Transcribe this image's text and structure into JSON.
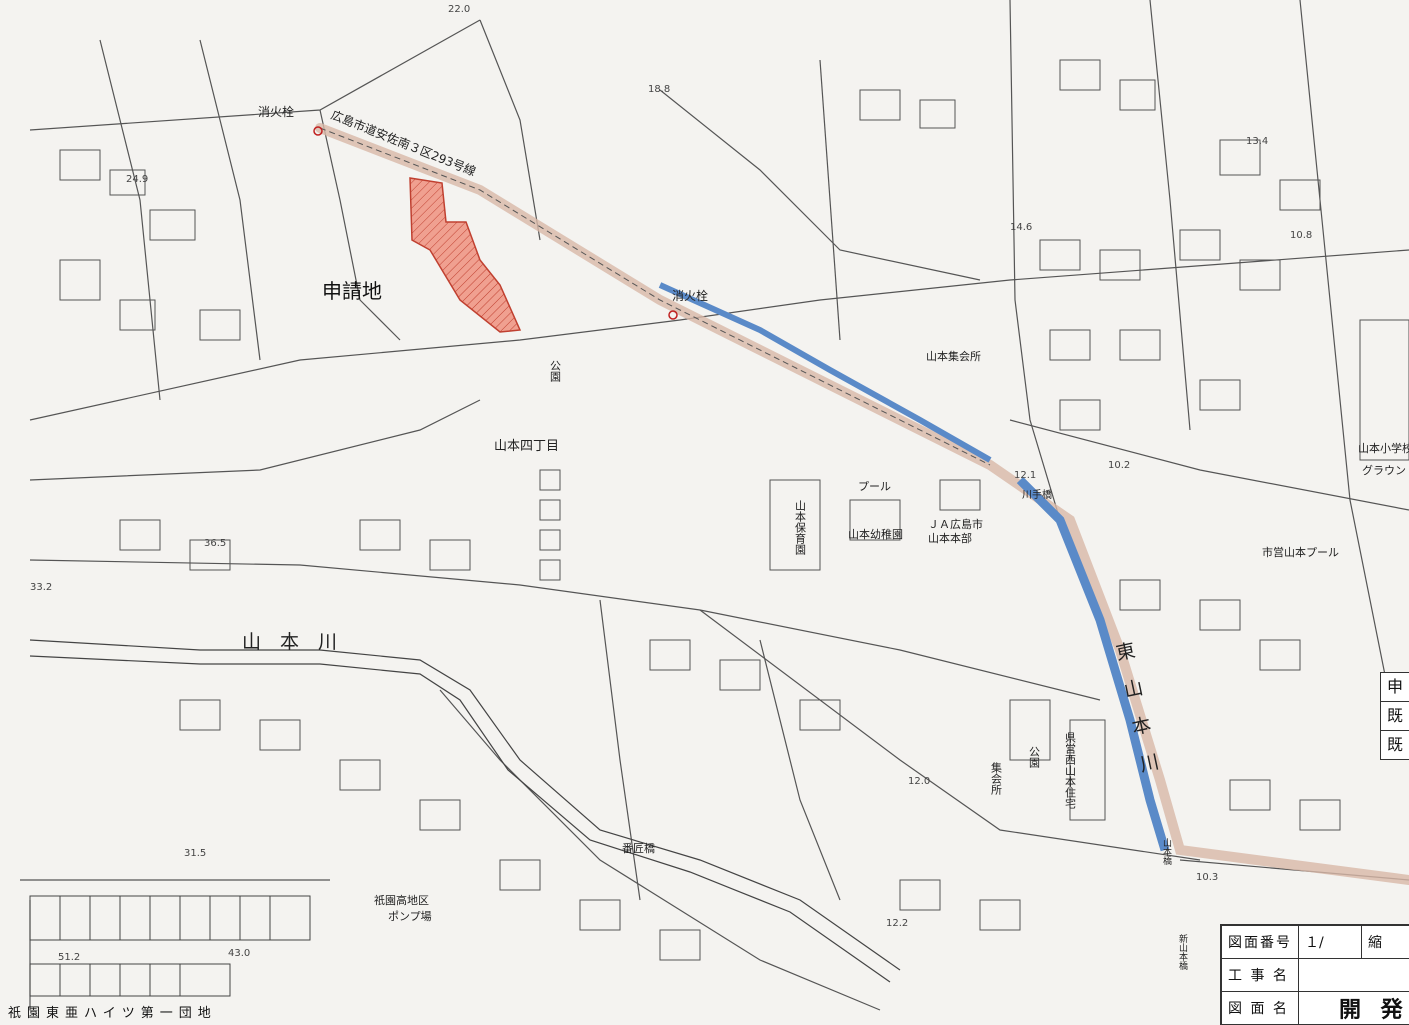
{
  "map": {
    "labels": {
      "fire_hydrant_1": "消火栓",
      "road_name": "広島市道安佐南３区293号線",
      "application_site": "申請地",
      "fire_hydrant_2": "消火栓",
      "park_1": "公園",
      "district": "山本四丁目",
      "community_hall": "山本集会所",
      "pool": "プール",
      "nursery": "山本保育園",
      "kindergarten": "山本幼稚園",
      "ja_1": "ＪＡ広島市",
      "ja_2": "山本本部",
      "river_yamamoto": "山　本　川",
      "river_higashi": "東　山　本　川",
      "school": "山本小学校",
      "ground": "グラウンド",
      "city_pool": "市営山本プール",
      "bridge_yamate": "川手橋",
      "bridge_bansho": "番匠橋",
      "bridge_yamamoto": "山本橋",
      "bridge_shinyamamoto": "新山本橋",
      "park_2": "公園",
      "assembly_hall": "集会所",
      "pref_housing": "県営西山本住宅",
      "pump_1": "祇園高地区",
      "pump_2": "ポンプ場"
    },
    "elevations": [
      "22.0",
      "18.8",
      "24.9",
      "13.4",
      "14.6",
      "10.8",
      "12.1",
      "10.2",
      "36.5",
      "33.2",
      "12.0",
      "31.5",
      "51.2",
      "43.0",
      "12.2",
      "10.3"
    ],
    "colors": {
      "site": "#f0a090",
      "road": "#d8b8a8",
      "river": "#5a8ac8",
      "line": "#444444"
    }
  },
  "legend": {
    "items": [
      "申",
      "既",
      "既"
    ]
  },
  "title_block": {
    "drawing_number_label": "図面番号",
    "drawing_number_value": "１/",
    "scale_label": "縮",
    "project_name_label": "工 事 名",
    "project_name_value": "",
    "drawing_name_label": "図 面 名",
    "drawing_name_value": "開 発"
  },
  "bottom_label": "祇園東亜ハイツ第一団地"
}
